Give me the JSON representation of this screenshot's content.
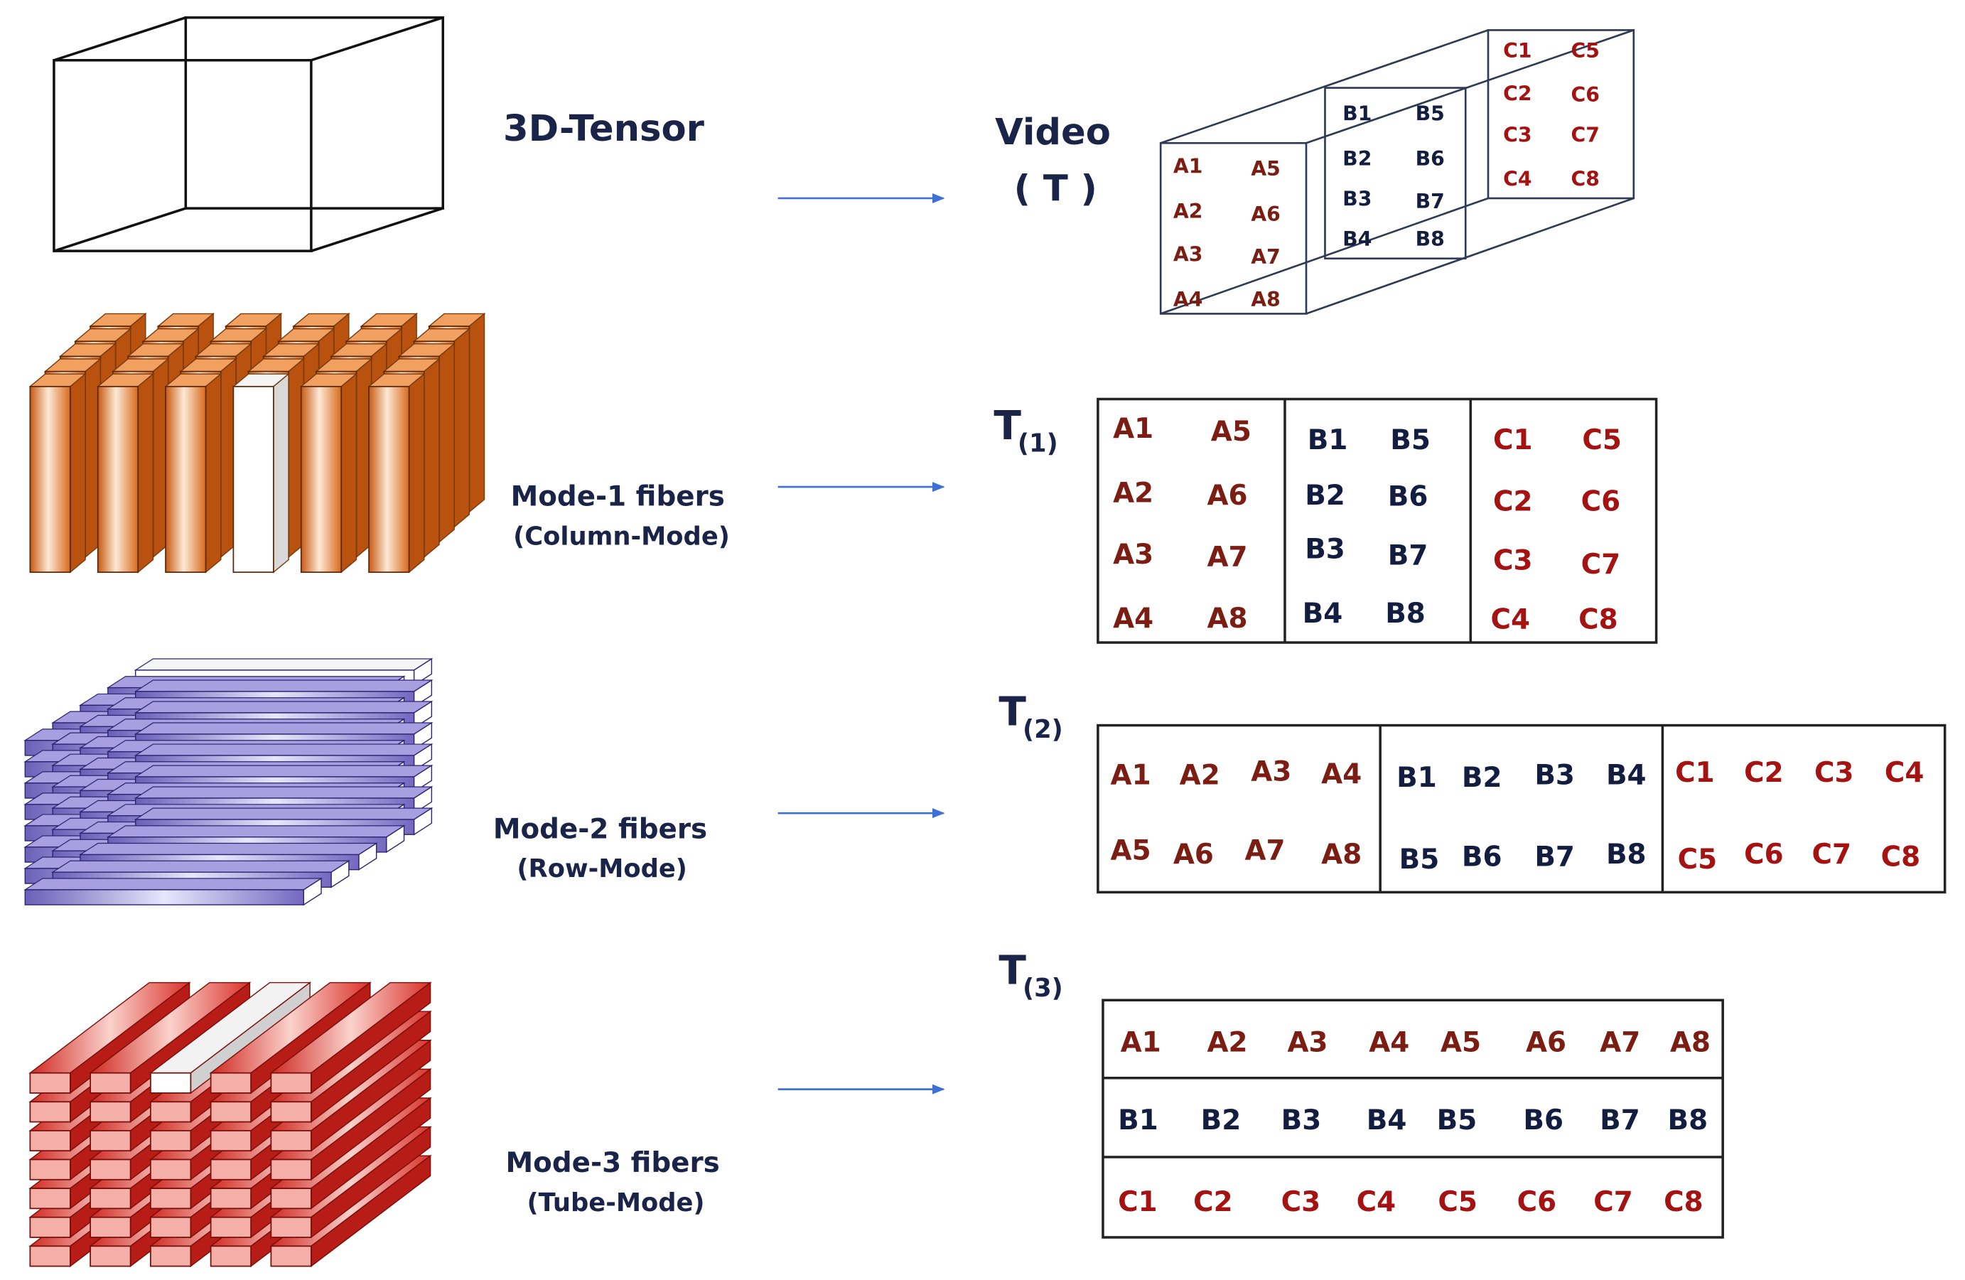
{
  "labels": {
    "tensor": "3D-Tensor",
    "video": "Video",
    "video_symbol": "( T )",
    "mode1": "Mode-1 fibers",
    "mode1_sub": "(Column-Mode)",
    "mode2": "Mode-2 fibers",
    "mode2_sub": "(Row-Mode)",
    "mode3": "Mode-3 fibers",
    "mode3_sub": "(Tube-Mode)",
    "unfold_symbol": "T",
    "t1_sub": "(1)",
    "t2_sub": "(2)",
    "t3_sub": "(3)"
  },
  "colors": {
    "arrow": "#3d6fd6",
    "text_navy": "#1a2348",
    "slice_a": "#7b1d12",
    "slice_b": "#121d40",
    "slice_c": "#a51212",
    "mode1_fiber": "#e07a26",
    "mode2_fiber": "#7a6fc4",
    "mode3_fiber": "#e0322a"
  },
  "video_front_slice": {
    "left_col": [
      "A1",
      "A2",
      "A3",
      "A4"
    ],
    "right_col": [
      "A5",
      "A6",
      "A7",
      "A8"
    ]
  },
  "video_mid_slice": {
    "left_col": [
      "B1",
      "B2",
      "B3",
      "B4"
    ],
    "right_col": [
      "B5",
      "B6",
      "B7",
      "B8"
    ]
  },
  "video_back_slice": {
    "left_col": [
      "C1",
      "C2",
      "C3",
      "C4"
    ],
    "right_col": [
      "C5",
      "C6",
      "C7",
      "C8"
    ]
  },
  "t1": {
    "block_a": {
      "left": [
        "A1",
        "A2",
        "A3",
        "A4"
      ],
      "right": [
        "A5",
        "A6",
        "A7",
        "A8"
      ]
    },
    "block_b": {
      "left": [
        "B1",
        "B2",
        "B3",
        "B4"
      ],
      "right": [
        "B5",
        "B6",
        "B7",
        "B8"
      ]
    },
    "block_c": {
      "left": [
        "C1",
        "C2",
        "C3",
        "C4"
      ],
      "right": [
        "C5",
        "C6",
        "C7",
        "C8"
      ]
    }
  },
  "t2": {
    "block_a": {
      "top": [
        "A1",
        "A2",
        "A3",
        "A4"
      ],
      "bottom": [
        "A5",
        "A6",
        "A7",
        "A8"
      ]
    },
    "block_b": {
      "top": [
        "B1",
        "B2",
        "B3",
        "B4"
      ],
      "bottom": [
        "B5",
        "B6",
        "B7",
        "B8"
      ]
    },
    "block_c": {
      "top": [
        "C1",
        "C2",
        "C3",
        "C4"
      ],
      "bottom": [
        "C5",
        "C6",
        "C7",
        "C8"
      ]
    }
  },
  "t3": {
    "row_a": [
      "A1",
      "A2",
      "A3",
      "A4",
      "A5",
      "A6",
      "A7",
      "A8"
    ],
    "row_b": [
      "B1",
      "B2",
      "B3",
      "B4",
      "B5",
      "B6",
      "B7",
      "B8"
    ],
    "row_c": [
      "C1",
      "C2",
      "C3",
      "C4",
      "C5",
      "C6",
      "C7",
      "C8"
    ]
  }
}
